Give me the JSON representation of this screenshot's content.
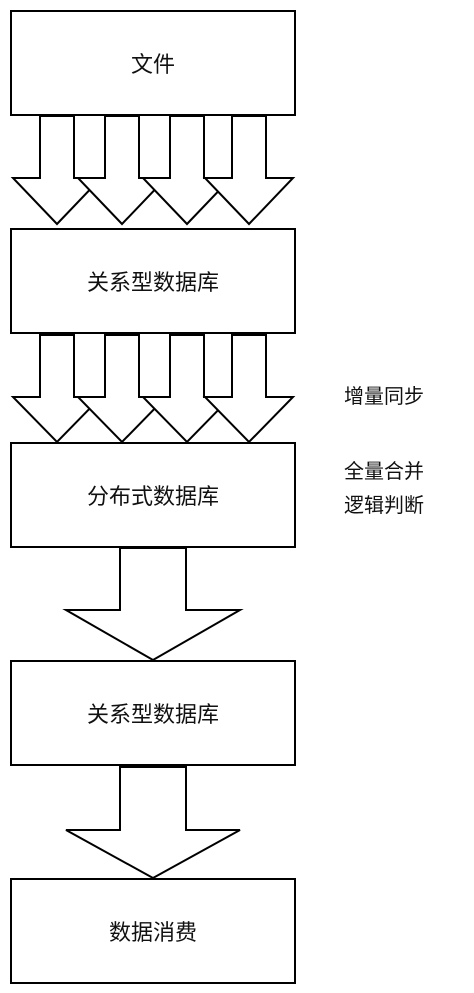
{
  "boxes": {
    "file": "文件",
    "relational_db_1": "关系型数据库",
    "distributed_db": "分布式数据库",
    "relational_db_2": "关系型数据库",
    "data_consumption": "数据消费"
  },
  "side_labels": {
    "incremental_sync": "增量同步",
    "full_merge": "全量合并",
    "logic_judgment": "逻辑判断"
  }
}
